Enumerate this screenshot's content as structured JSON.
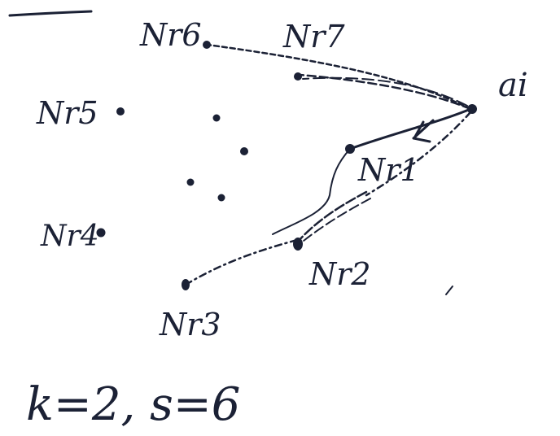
{
  "nodes": [
    {
      "id": "v6",
      "label": "Nr6"
    },
    {
      "id": "v7",
      "label": "Nr7"
    },
    {
      "id": "v5",
      "label": "Nr5"
    },
    {
      "id": "v4",
      "label": "Nr4"
    },
    {
      "id": "v3",
      "label": "Nr3"
    },
    {
      "id": "v2",
      "label": "Nr2"
    },
    {
      "id": "v1",
      "label": "Nr1"
    },
    {
      "id": "ai",
      "label": "ai"
    }
  ],
  "edges": [
    {
      "from": "ai",
      "to": "v6",
      "style": "dashed"
    },
    {
      "from": "ai",
      "to": "v7",
      "style": "dashed"
    },
    {
      "from": "ai",
      "to": "v1",
      "style": "solid-arrow"
    },
    {
      "from": "ai",
      "to": "v2",
      "style": "dash-dot"
    },
    {
      "from": "v1",
      "to": "v3",
      "style": "solid"
    },
    {
      "from": "v2",
      "to": "v3",
      "style": "dash-dot"
    }
  ],
  "formula": "k=2, s=6",
  "colors": {
    "ink": "#1b2135",
    "background": "#ffffff"
  }
}
